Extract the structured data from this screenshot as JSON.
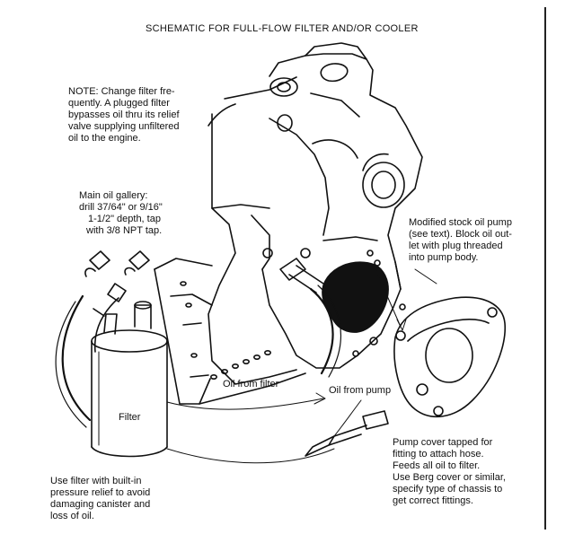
{
  "title": "SCHEMATIC FOR FULL-FLOW FILTER AND/OR COOLER",
  "note": [
    "NOTE:  Change filter fre-",
    "quently.  A plugged filter",
    "bypasses oil thru its relief",
    "valve supplying unfiltered",
    "oil to the engine."
  ],
  "gallery": [
    "Main oil gallery:",
    "drill 37/64\" or 9/16\"",
    "1-1/2\" depth, tap",
    "with 3/8 NPT tap."
  ],
  "pump": [
    "Modified stock oil pump",
    "(see text).  Block oil out-",
    "let with plug threaded",
    "into pump body."
  ],
  "oil_from_filter": "Oil from filter",
  "oil_from_pump": "Oil from pump",
  "filter_label": "Filter",
  "cover": [
    "Pump cover tapped for",
    "fitting to attach hose.",
    "Feeds all oil to filter.",
    "Use Berg cover or similar,",
    "specify type of chassis to",
    "get correct fittings."
  ],
  "use_filter": [
    "Use filter with built-in",
    "pressure relief to avoid",
    "damaging canister and",
    "loss of oil."
  ],
  "colors": {
    "ink": "#111111",
    "paper": "#ffffff"
  }
}
